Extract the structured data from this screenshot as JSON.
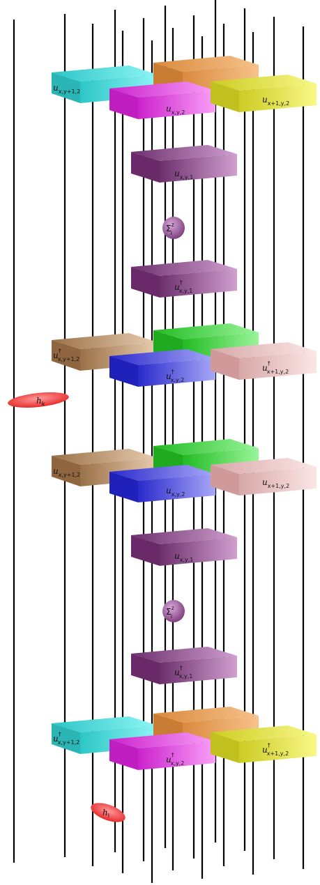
{
  "labels": {
    "u_xy1_2": "u",
    "u_xy1_2_sub": "x,y+1,2",
    "u_xy_2": "u",
    "u_xy_2_sub": "x,y,2",
    "u_x1y_2": "u",
    "u_x1y_2_sub": "x+1,y,2",
    "u_xy_1": "u",
    "u_xy_1_sub": "x,y,1",
    "sigma_1": "Σ",
    "sigma_sup": "z",
    "sigma_sub": "i",
    "ud_xy_1": "u",
    "ud_xy_1_sub": "x,y,1",
    "dagger": "†",
    "ud_xy1_2": "u",
    "ud_xy1_2_sub": "x,y+1,2",
    "ud_xy_2": "u",
    "ud_xy_2_sub": "x,y,2",
    "ud_x1y_2": "u",
    "ud_x1y_2_sub": "x+1,y,2",
    "h_k": "h",
    "h_k_sub": "k",
    "h_l": "h",
    "h_l_sub": "l"
  },
  "colors": {
    "cyan": "#3fe6e6",
    "orange": "#f0a860",
    "magenta": "#ee44ee",
    "yellow": "#eeee33",
    "purple": "#9a4d9a",
    "tan": "#c49a6c",
    "green": "#44dd44",
    "blue": "#4a4ae6",
    "pink": "#f0c8c8",
    "red_ellipse": "#ee3333"
  }
}
